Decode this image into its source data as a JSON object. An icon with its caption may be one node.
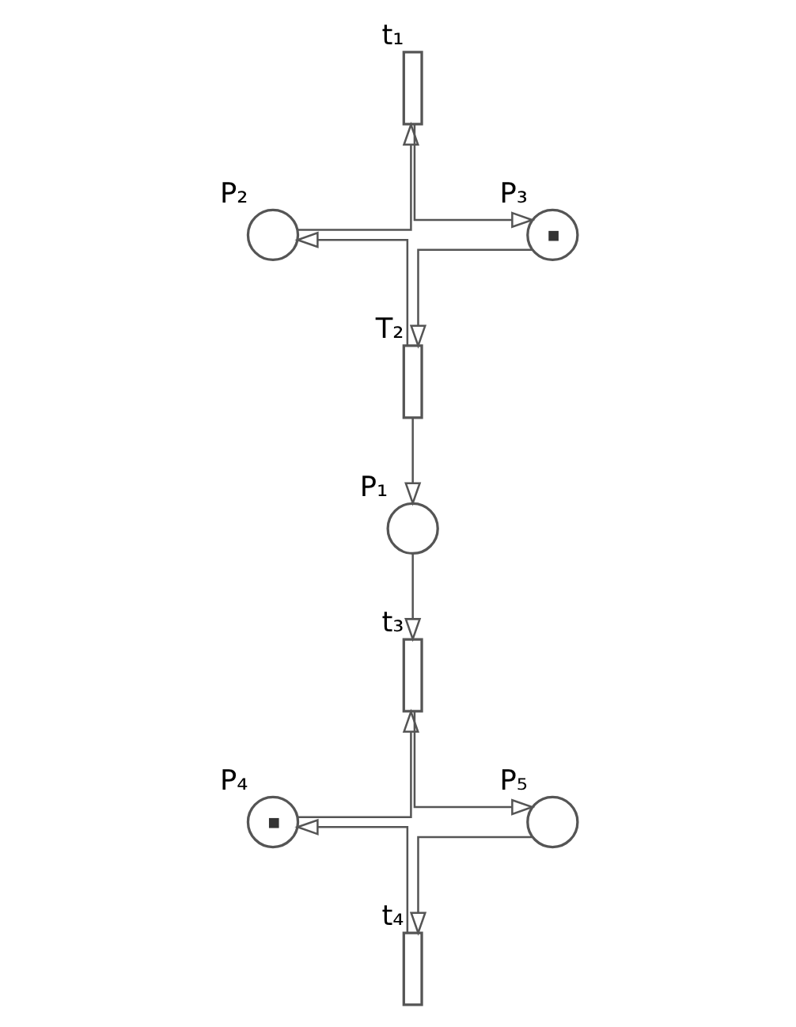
{
  "diagram": {
    "nodes": [
      {
        "text": [],
        "shape": "bar",
        "beside": [
          "t₁"
        ]
      },
      {
        "text": [],
        "shape": "circle",
        "beside": [
          "P₂"
        ]
      },
      {
        "text": [],
        "shape": "circle",
        "beside": [
          "P₃"
        ]
      },
      {
        "text": [],
        "shape": "bar",
        "beside": [
          "T₂"
        ]
      },
      {
        "text": [],
        "shape": "circle",
        "beside": [
          "P₁"
        ]
      },
      {
        "text": [],
        "shape": "bar",
        "beside": [
          "t₃"
        ]
      },
      {
        "text": [],
        "shape": "circle",
        "beside": [
          "P₄"
        ]
      },
      {
        "text": [],
        "shape": "circle",
        "beside": [
          "P₅"
        ]
      },
      {
        "text": [],
        "shape": "bar",
        "beside": [
          "t₄"
        ]
      }
    ],
    "edges": [
      {
        "from": 1,
        "to": 0,
        "arrow": "to"
      },
      {
        "from": 0,
        "to": 2,
        "arrow": "to"
      },
      {
        "from": 2,
        "to": 3,
        "arrow": "to"
      },
      {
        "from": 3,
        "to": 1,
        "arrow": "to"
      },
      {
        "from": 3,
        "to": 4,
        "arrow": "to"
      },
      {
        "from": 4,
        "to": 5,
        "arrow": "to"
      },
      {
        "from": 6,
        "to": 5,
        "arrow": "to"
      },
      {
        "from": 5,
        "to": 7,
        "arrow": "to"
      },
      {
        "from": 7,
        "to": 8,
        "arrow": "to"
      },
      {
        "from": 8,
        "to": 6,
        "arrow": "to"
      }
    ]
  }
}
